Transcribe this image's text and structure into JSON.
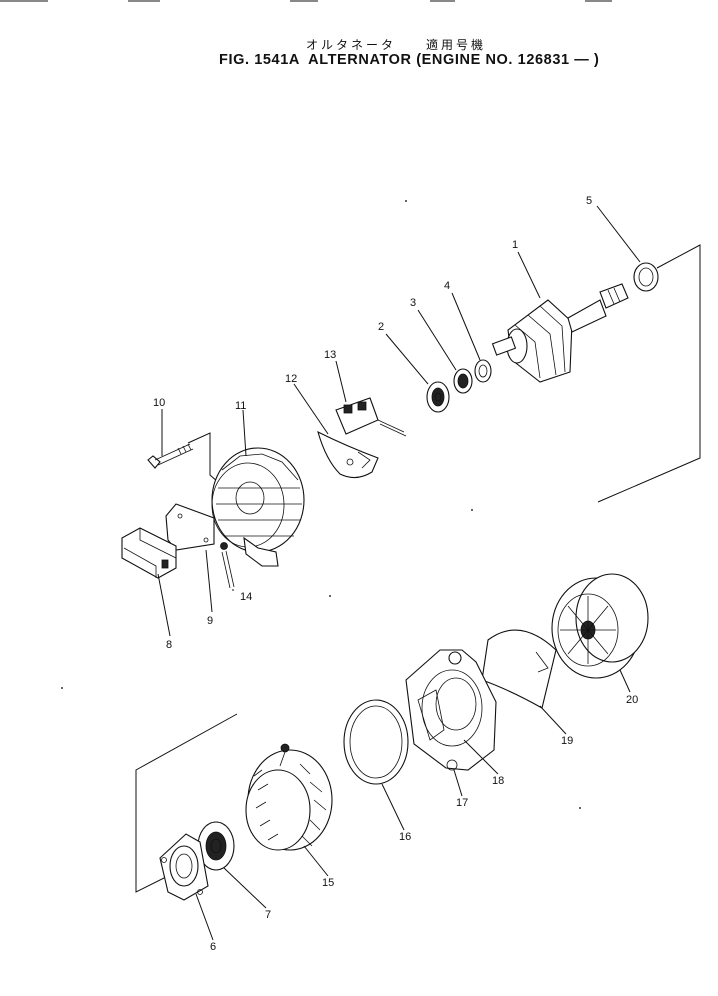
{
  "header": {
    "title_jp": "オルタネータ　　適用号機",
    "title_en": "FIG. 1541A  ALTERNATOR (ENGINE NO. 126831 — )"
  },
  "callouts": [
    "1",
    "2",
    "3",
    "4",
    "5",
    "6",
    "7",
    "8",
    "9",
    "10",
    "11",
    "12",
    "13",
    "14",
    "15",
    "16",
    "17",
    "18",
    "19",
    "20"
  ]
}
